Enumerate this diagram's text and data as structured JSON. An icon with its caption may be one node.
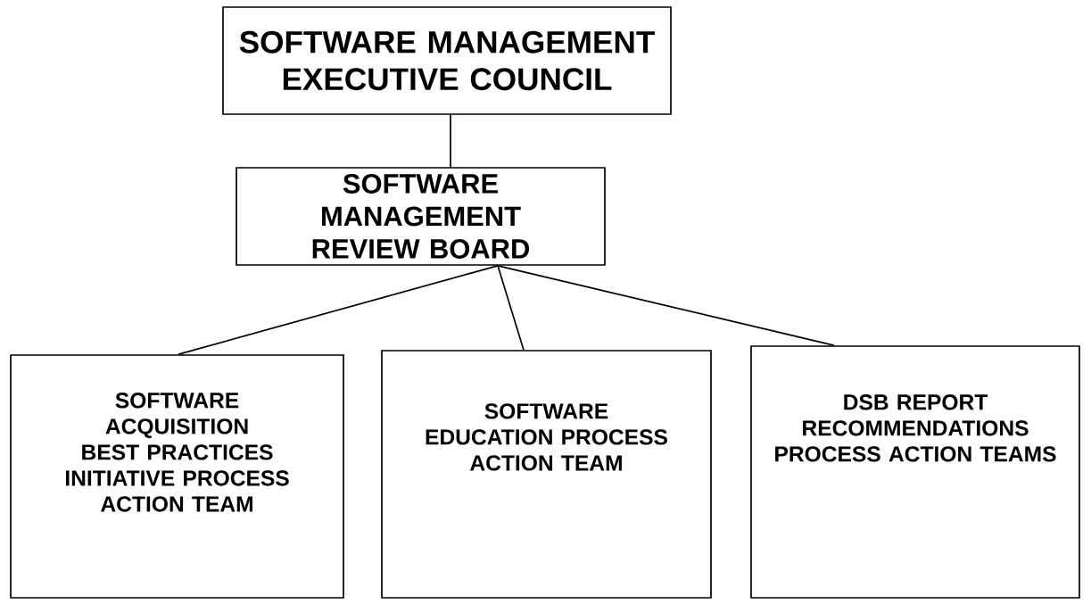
{
  "diagram": {
    "nodes": [
      {
        "text": [
          "SOFTWARE MANAGEMENT EXECUTIVE COUNCIL"
        ]
      },
      {
        "text": [
          "SOFTWARE MANAGEMENT REVIEW BOARD"
        ]
      },
      {
        "text": [
          "SOFTWARE ACQUISITION BEST PRACTICES INITIATIVE PROCESS ACTION TEAM"
        ]
      },
      {
        "text": [
          "SOFTWARE EDUCATION PROCESS ACTION TEAM"
        ]
      },
      {
        "text": [
          "DSB REPORT RECOMMENDATIONS PROCESS ACTION TEAMS"
        ]
      }
    ],
    "edges": [
      {
        "from": 0,
        "to": 1,
        "arrow": "none"
      },
      {
        "from": 1,
        "to": 2,
        "arrow": "none"
      },
      {
        "from": 1,
        "to": 3,
        "arrow": "none"
      },
      {
        "from": 1,
        "to": 4,
        "arrow": "none"
      }
    ]
  }
}
